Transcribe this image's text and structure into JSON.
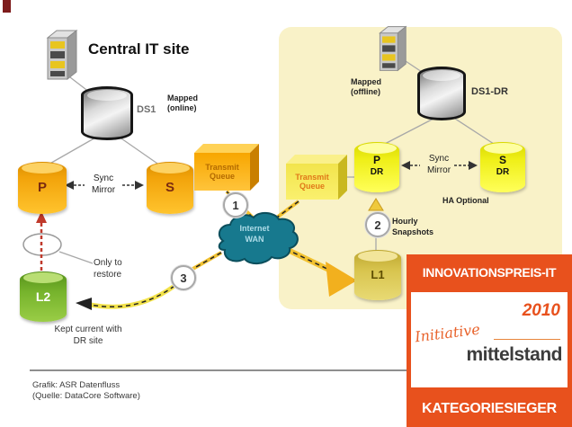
{
  "diagram": {
    "central": {
      "title": "Central IT site",
      "ds1": "DS1",
      "mapped": "Mapped (online)",
      "p": "P",
      "s": "S",
      "sync_mirror": "Sync Mirror",
      "transmit_queue": "Transmit Queue",
      "l2": "L2",
      "only_to_restore": "Only to restore",
      "kept_current": "Kept current with DR site"
    },
    "dr": {
      "mapped": "Mapped (offline)",
      "ds1": "DS1-DR",
      "transmit_queue": "Transmit Queue",
      "p": "P",
      "p_sub": "DR",
      "s": "S",
      "s_sub": "DR",
      "sync_mirror": "Sync Mirror",
      "ha_optional": "HA Optional",
      "hourly_snapshots": "Hourly Snapshots",
      "l1": "L1"
    },
    "cloud": {
      "line1": "Internet",
      "line2": "WAN"
    },
    "steps": {
      "one": "1",
      "two": "2",
      "three": "3"
    },
    "caption": {
      "line1": "Grafik: ASR Datenfluss",
      "line2": "(Quelle: DataCore Software)"
    }
  },
  "badge": {
    "top": "INNOVATIONSPREIS-IT",
    "year": "2010",
    "script": "Initiative",
    "brand": "mittelstand",
    "bottom": "KATEGORIESIEGER"
  },
  "colors": {
    "badge_orange": "#E8511D",
    "panel_yellow": "#F9F2C8",
    "cloud_teal": "#17798E",
    "arrow_yellow": "#F2C230",
    "restore_red": "#C0392B"
  }
}
